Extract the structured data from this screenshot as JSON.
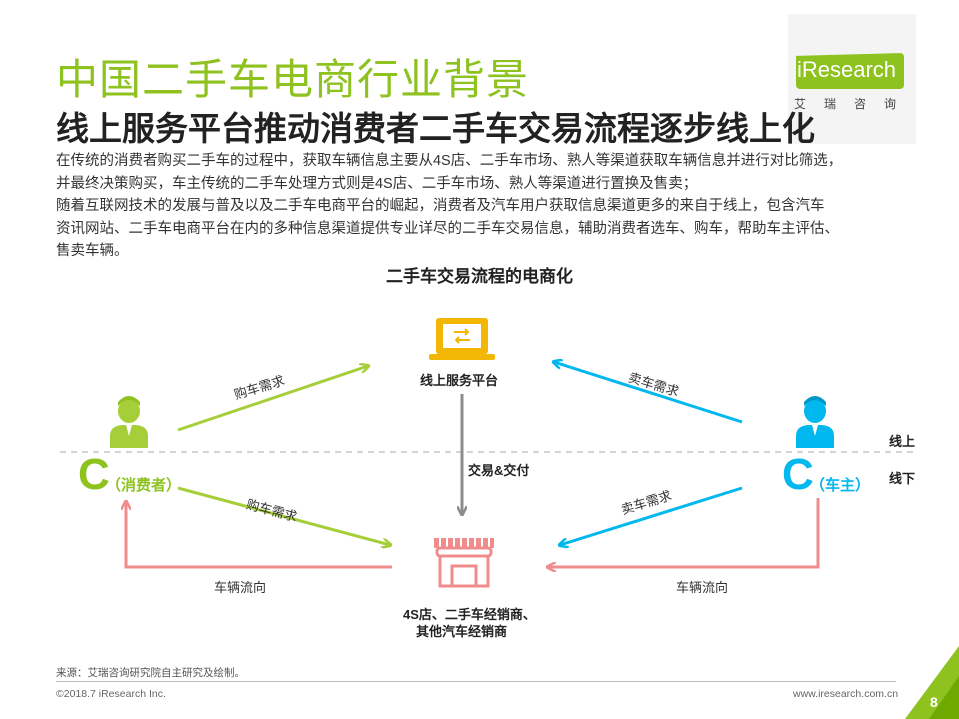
{
  "header": {
    "title": "中国二手车电商行业背景",
    "subtitle": "线上服务平台推动消费者二手车交易流程逐步线上化"
  },
  "logo": {
    "brand": "iResearch",
    "cn": "艾瑞咨询"
  },
  "intro": [
    "在传统的消费者购买二手车的过程中，获取车辆信息主要从4S店、二手车市场、熟人等渠道获取车辆信息并进行对比筛选，",
    "并最终决策购买，车主传统的二手车处理方式则是4S店、二手车市场、熟人等渠道进行置换及售卖；",
    "随着互联网技术的发展与普及以及二手车电商平台的崛起，消费者及汽车用户获取信息渠道更多的来自于线上，包含汽车",
    "资讯网站、二手车电商平台在内的多种信息渠道提供专业详尽的二手车交易信息，辅助消费者选车、购车，帮助车主评估、",
    "售卖车辆。"
  ],
  "diagram": {
    "title": "二手车交易流程的电商化",
    "platform": "线上服务平台",
    "dealers_line1": "4S店、二手车经销商、",
    "dealers_line2": "其他汽车经销商",
    "consumer_letter": "C",
    "consumer_role": "（消费者）",
    "owner_letter": "C",
    "owner_role": "（车主）",
    "buy_demand_top": "购车需求",
    "buy_demand_bottom": "购车需求",
    "sell_demand_top": "卖车需求",
    "sell_demand_bottom": "卖车需求",
    "trade_delivery": "交易&交付",
    "vehicle_flow_left": "车辆流向",
    "vehicle_flow_right": "车辆流向",
    "online": "线上",
    "offline": "线下"
  },
  "colors": {
    "green": "#8dc21f",
    "cyan": "#00b7ee",
    "pink": "#f08c8c",
    "gray": "#8c8c8c",
    "gold": "#f2b705"
  },
  "footer": {
    "source": "来源：艾瑞咨询研究院自主研究及绘制。",
    "copyright": "©2018.7 iResearch Inc.",
    "url": "www.iresearch.com.cn",
    "page": "8"
  }
}
